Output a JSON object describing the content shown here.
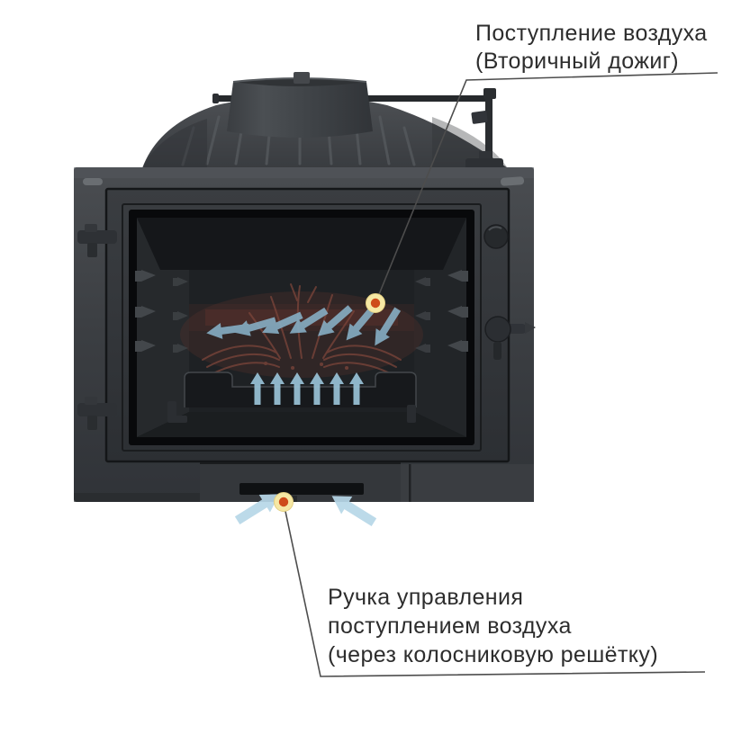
{
  "labels": {
    "secondary_air": {
      "line1": "Поступление воздуха",
      "line2": "(Вторичный дожиг)"
    },
    "grate_control": {
      "line1": "Ручка управления",
      "line2": "поступлением воздуха",
      "line3": "(через колосниковую решётку)"
    }
  },
  "colors": {
    "background": "#ffffff",
    "text": "#2d2d2d",
    "leader_line": "#4d4d4d",
    "marker_ring": "#f6e8a4",
    "marker_core": "#ce4c1a",
    "air_arrow_exterior": "#b7d7e8",
    "air_arrow_interior": "#86aec4",
    "air_arrow_grate": "#9cc6db",
    "flame_stroke": "#7c453a",
    "flame_glow": "#5e332c",
    "body_gray": "#3b3e42"
  },
  "icons": {
    "marker": "orange-dot-marker-icon",
    "interior_arrows": "secondary-airflow-arrows-icon",
    "grate_arrows": "primary-airflow-up-arrows-icon",
    "exterior_arrows": "air-intake-arrows-icon",
    "flame": "flame-sketch-icon"
  }
}
